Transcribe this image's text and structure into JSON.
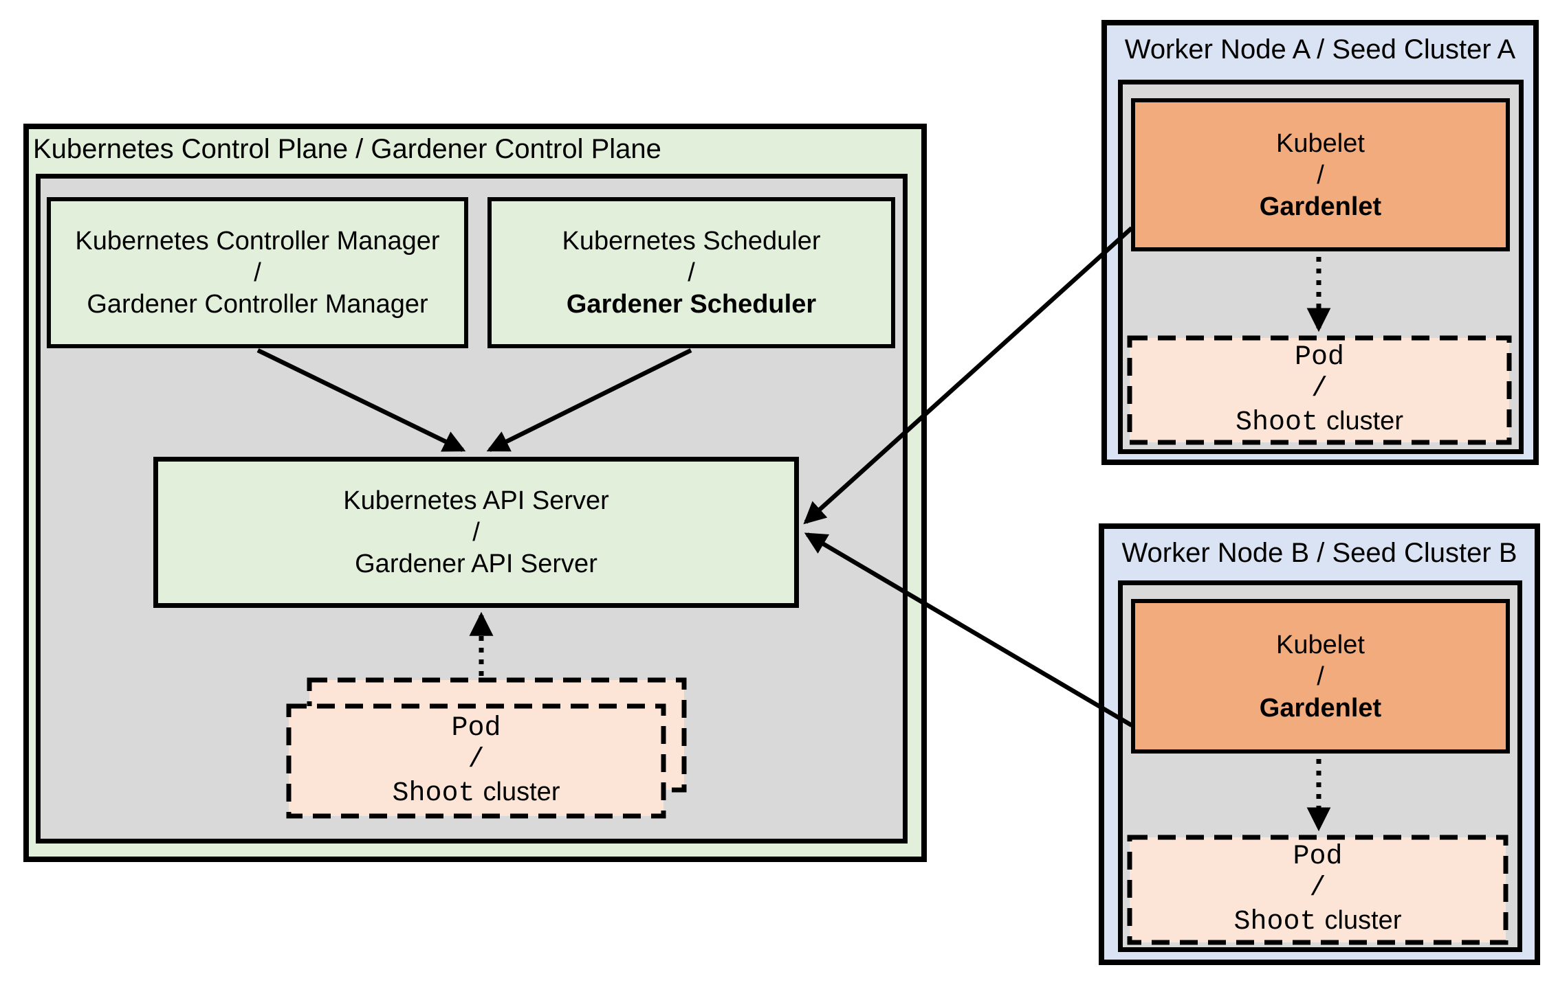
{
  "colors": {
    "background": "#ffffff",
    "control_plane_fill": "#e2efda",
    "inner_panel_fill": "#d9d9d9",
    "component_green_fill": "#e2efda",
    "worker_node_fill": "#dae3f3",
    "kubelet_fill": "#f2ab7c",
    "pod_fill": "#fce4d6",
    "border": "#000000"
  },
  "control_plane": {
    "title": "Kubernetes Control Plane / Gardener Control Plane",
    "controller_manager": {
      "line1": "Kubernetes Controller Manager",
      "separator": "/",
      "line2": "Gardener Controller Manager"
    },
    "scheduler": {
      "line1": "Kubernetes Scheduler",
      "separator": "/",
      "line2": "Gardener Scheduler"
    },
    "api_server": {
      "line1": "Kubernetes API Server",
      "separator": "/",
      "line2": "Gardener API Server"
    },
    "pod_stack": {
      "line1": "Pod",
      "separator": "/",
      "line2_code": "Shoot",
      "line2_text": "cluster"
    }
  },
  "worker_node_a": {
    "title": "Worker Node A / Seed Cluster A",
    "kubelet": {
      "line1": "Kubelet",
      "separator": "/",
      "line2": "Gardenlet"
    },
    "pod": {
      "line1": "Pod",
      "separator": "/",
      "line2_code": "Shoot",
      "line2_text": "cluster"
    }
  },
  "worker_node_b": {
    "title": "Worker Node B / Seed Cluster B",
    "kubelet": {
      "line1": "Kubelet",
      "separator": "/",
      "line2": "Gardenlet"
    },
    "pod": {
      "line1": "Pod",
      "separator": "/",
      "line2_code": "Shoot",
      "line2_text": "cluster"
    }
  }
}
